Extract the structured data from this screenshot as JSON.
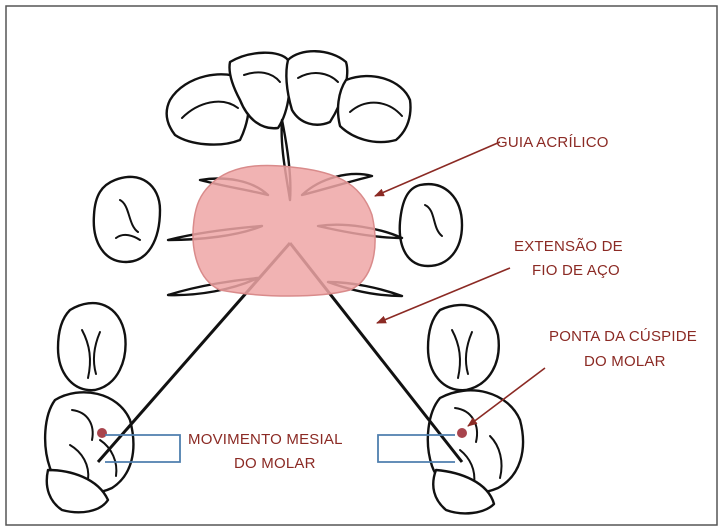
{
  "colors": {
    "label_text": "#8b2a24",
    "acrylic_guide_fill": "#eea6a6",
    "wire": "#111111",
    "bracket": "#4f7fae",
    "cusp_point": "#a8444d",
    "frame": "#555555"
  },
  "labels": {
    "acrylic_guide": "GUIA ACRÍLICO",
    "wire_extension_line1": "EXTENSÃO DE",
    "wire_extension_line2": "FIO DE AÇO",
    "cusp_tip_line1": "PONTA DA CÚSPIDE",
    "cusp_tip_line2": "DO MOLAR",
    "mesial_movement_line1": "MOVIMENTO MESIAL",
    "mesial_movement_line2": "DO MOLAR"
  }
}
